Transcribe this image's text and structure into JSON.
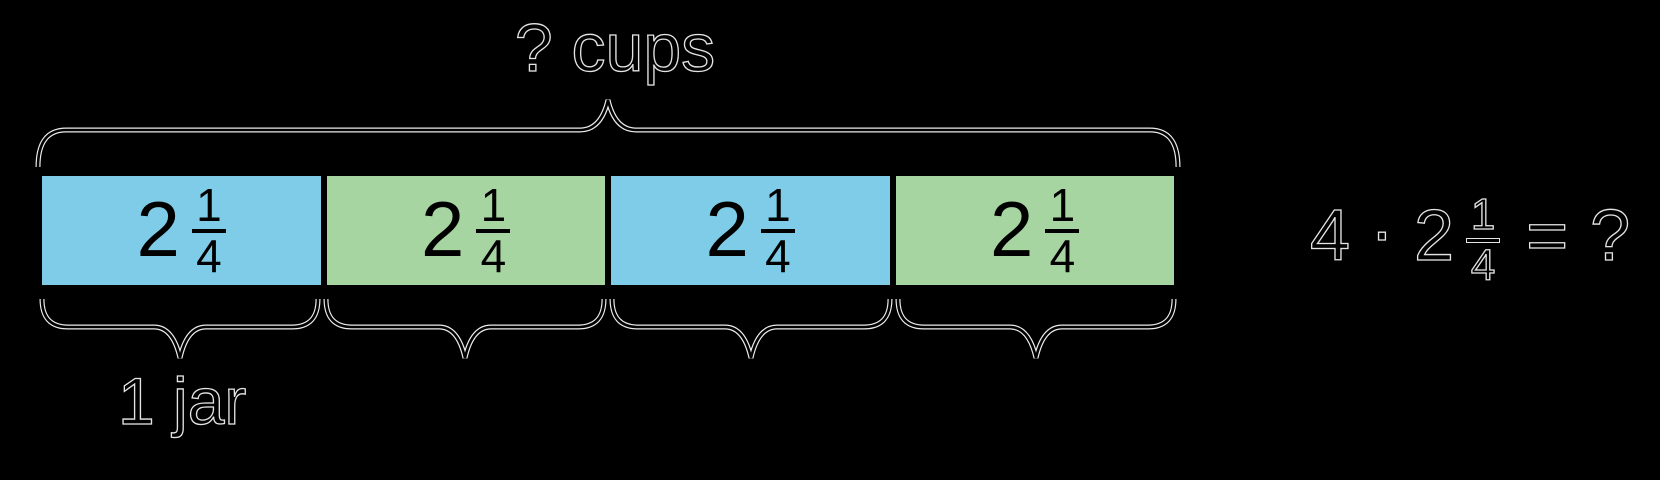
{
  "diagram": {
    "total_label": "? cups",
    "unit_label": "1 jar",
    "segments": [
      {
        "whole": "2",
        "numerator": "1",
        "denominator": "4",
        "color": "#7FCCE8"
      },
      {
        "whole": "2",
        "numerator": "1",
        "denominator": "4",
        "color": "#A7D5A1"
      },
      {
        "whole": "2",
        "numerator": "1",
        "denominator": "4",
        "color": "#7FCCE8"
      },
      {
        "whole": "2",
        "numerator": "1",
        "denominator": "4",
        "color": "#A7D5A1"
      }
    ]
  },
  "equation": {
    "factor": "4",
    "operator": "·",
    "whole": "2",
    "numerator": "1",
    "denominator": "4",
    "equals": "=",
    "result": "?"
  },
  "colors": {
    "background": "#000000",
    "segment_blue": "#7FCCE8",
    "segment_green": "#A7D5A1",
    "line": "#000000",
    "line_edge": "#ECECEC"
  }
}
